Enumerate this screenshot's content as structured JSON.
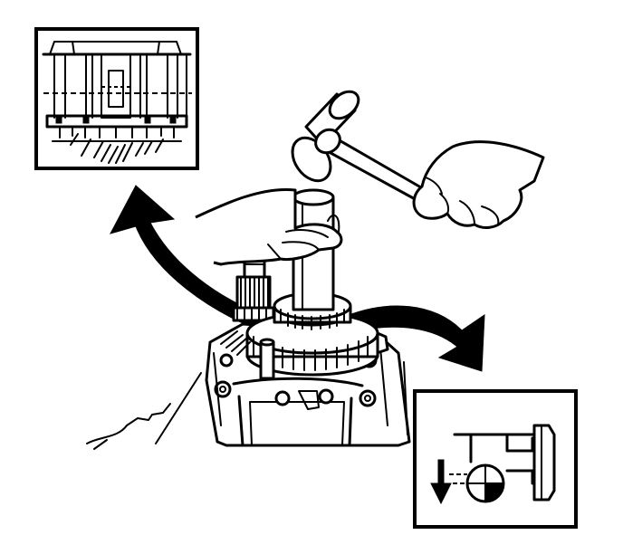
{
  "figure": {
    "background": "#ffffff",
    "ink": "#000000",
    "parts": [
      "hammer",
      "right-hand",
      "left-hand",
      "installer-tube",
      "gear",
      "shaft",
      "transmission-case",
      "detail-inset-top-left",
      "detail-inset-bottom-right",
      "curved-arrow-left",
      "curved-arrow-right",
      "down-arrow"
    ]
  }
}
